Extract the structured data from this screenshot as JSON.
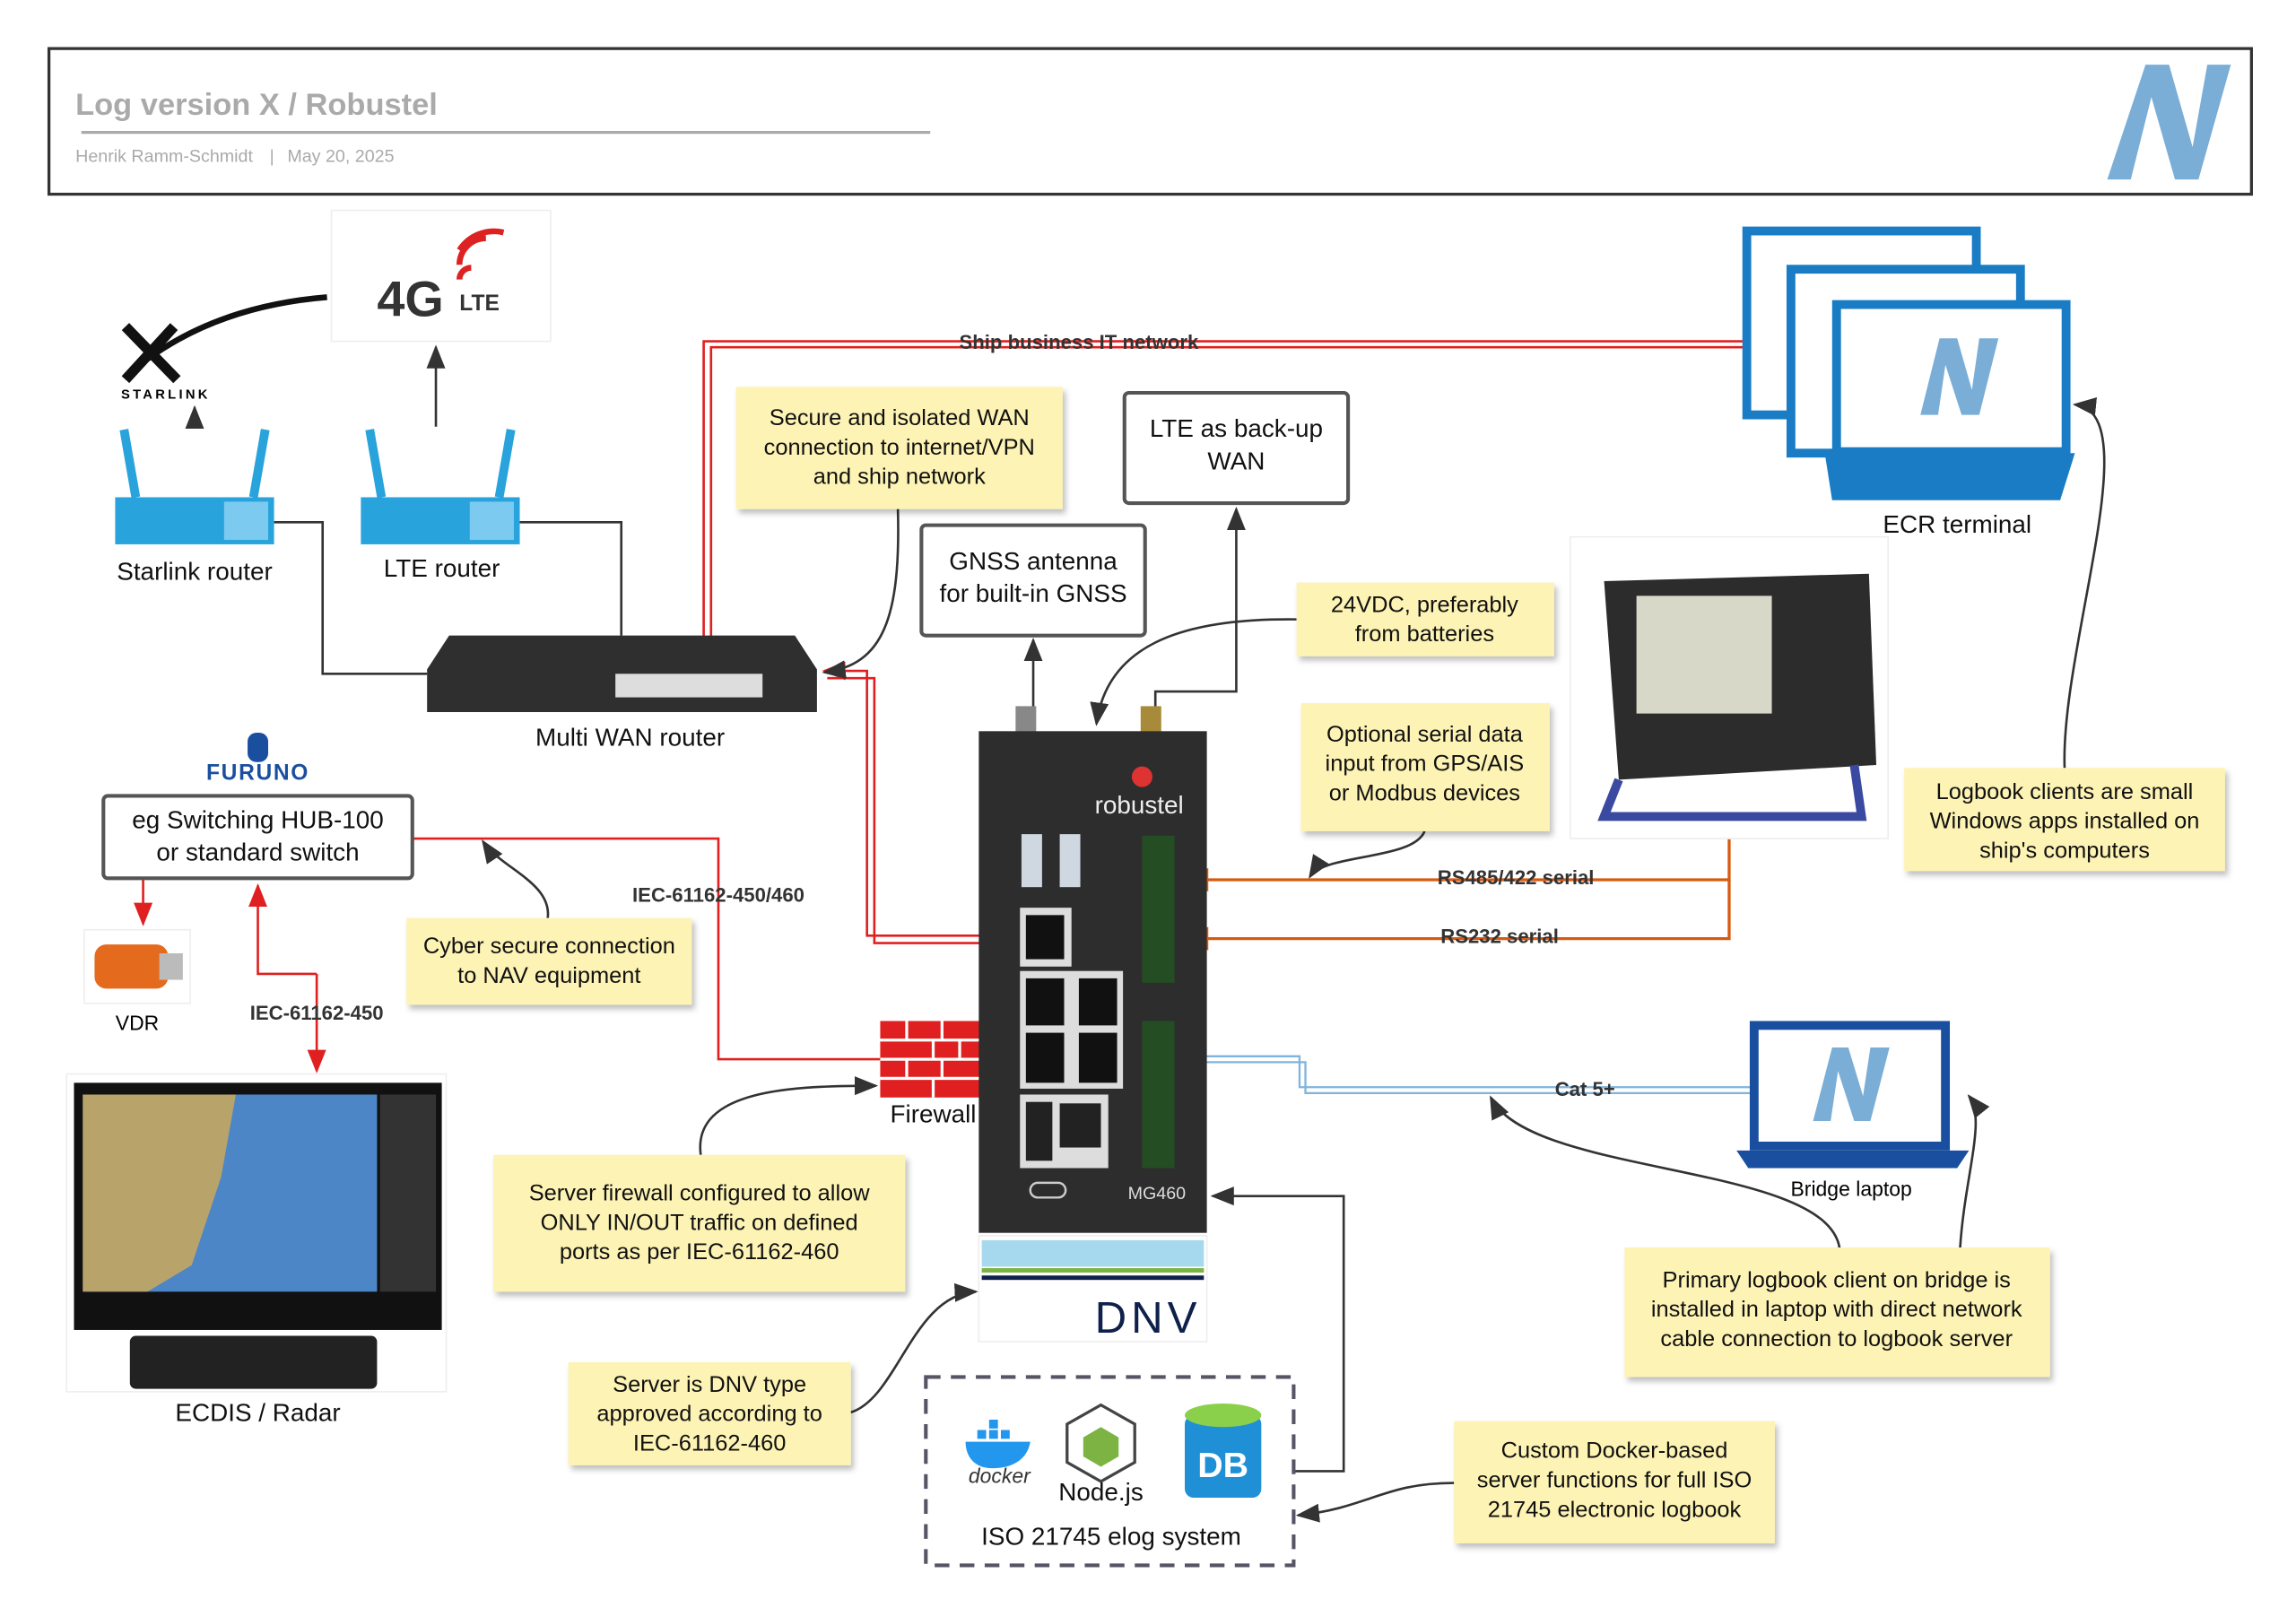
{
  "header": {
    "title": "Log version X / Robustel",
    "author": "Henrik Ramm-Schmidt",
    "separator": "|",
    "date": "May 20, 2025",
    "logo_color": "#7aaed6"
  },
  "logos": {
    "starlink": "STARLINK",
    "lte_big": "4G",
    "lte_small": "LTE",
    "furuno": "FURUNO",
    "robustel": "robustel",
    "dnv": "DNV",
    "docker": "docker",
    "db": "DB"
  },
  "devices": {
    "starlink_router": "Starlink router",
    "lte_router": "LTE router",
    "multiwan_router": "Multi WAN router",
    "switch": [
      "eg Switching HUB-100",
      "or standard switch"
    ],
    "vdr": "VDR",
    "ecdis": "ECDIS / Radar",
    "firewall": "Firewall",
    "ecr": "ECR terminal",
    "bridge_laptop": "Bridge laptop",
    "server_model": "MG460",
    "nodejs": "Node.js",
    "elog_system": "ISO 21745 elog system"
  },
  "boxes": {
    "lte_backup": [
      "LTE as back-up",
      "WAN"
    ],
    "gnss": [
      "GNSS antenna",
      "for built-in GNSS"
    ]
  },
  "connections": {
    "ship_it": "Ship business IT network",
    "iec450": "IEC-61162-450",
    "iec450_460": "IEC-61162-450/460",
    "rs485": "RS485/422 serial",
    "rs232": "RS232 serial",
    "cat5": "Cat 5+"
  },
  "notes": {
    "secure_wan": [
      "Secure and isolated WAN",
      "connection to internet/VPN",
      "and ship network"
    ],
    "power": [
      "24VDC, preferably",
      "from batteries"
    ],
    "serial": [
      "Optional serial data",
      "input from GPS/AIS",
      "or Modbus devices"
    ],
    "clients": [
      "Logbook clients are small",
      "Windows apps installed on",
      "ship's computers"
    ],
    "cyber": [
      "Cyber secure connection",
      "to NAV equipment"
    ],
    "server_fw": [
      "Server firewall configured to allow",
      "ONLY IN/OUT traffic on defined",
      "ports as per IEC-61162-460"
    ],
    "dnv": [
      "Server is DNV type",
      "approved according to",
      "IEC-61162-460"
    ],
    "docker": [
      "Custom Docker-based",
      "server functions for full ISO",
      "21745 electronic logbook"
    ],
    "primary": [
      "Primary logbook client on bridge is",
      "installed in laptop with direct network",
      "cable connection to logbook server"
    ]
  },
  "colors": {
    "network_red": "#e02020",
    "serial_orange": "#d85a10",
    "cat5_blue": "#7fb4dc",
    "note_yellow": "#fdf3b4",
    "monitor_blue": "#1a7cc4"
  }
}
